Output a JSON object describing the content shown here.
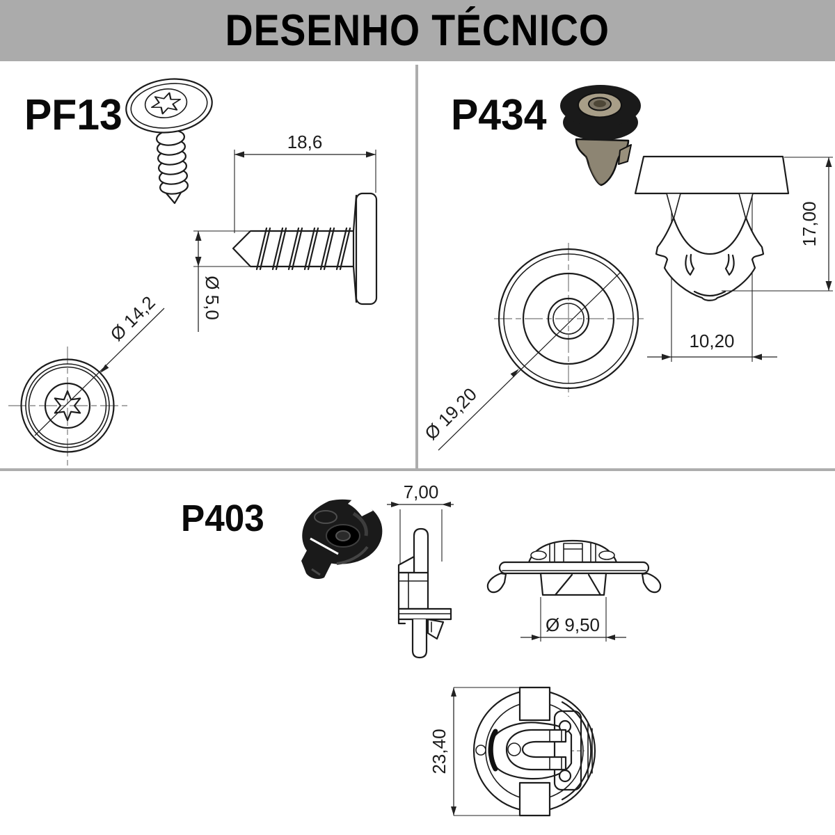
{
  "header": {
    "title": "DESENHO TÉCNICO"
  },
  "colors": {
    "header_bg": "#ababab",
    "divider": "#adadad",
    "line": "#1c1c1c",
    "centerline": "#8d8d8d",
    "dim": "#222222",
    "render_black": "#1a1a1a",
    "render_tan": "#a89e88",
    "render_tan_dark": "#857c6a"
  },
  "parts": {
    "pf13": {
      "label": "PF13",
      "dims": {
        "length": "18,6",
        "shaft_diameter": "Ø 5,0",
        "head_diameter": "Ø 14,2"
      }
    },
    "p434": {
      "label": "P434",
      "dims": {
        "height": "17,00",
        "width": "10,20",
        "flange_diameter": "Ø 19,20"
      }
    },
    "p403": {
      "label": "P403",
      "dims": {
        "thickness": "7,00",
        "base_diameter": "Ø 9,50",
        "length": "23,40"
      }
    }
  }
}
